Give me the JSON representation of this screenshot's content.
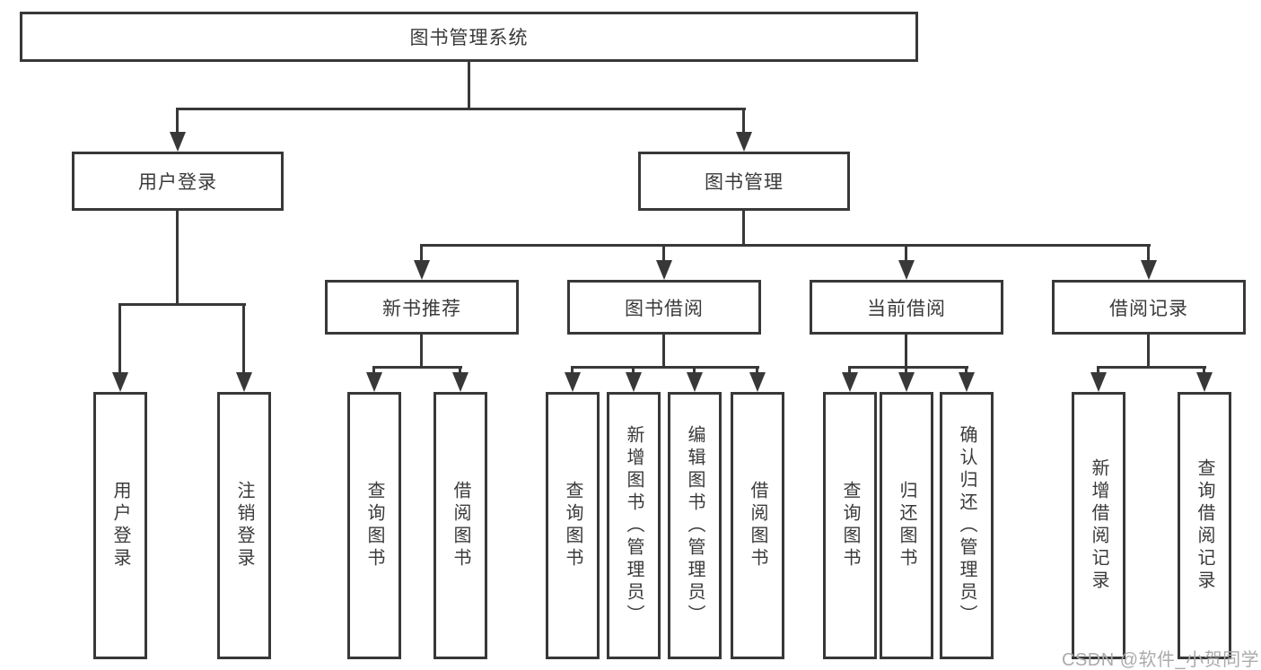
{
  "diagram": {
    "root": {
      "label": "图书管理系统"
    },
    "level2": [
      {
        "label": "用户登录"
      },
      {
        "label": "图书管理"
      }
    ],
    "level3": [
      {
        "label": "新书推荐"
      },
      {
        "label": "图书借阅"
      },
      {
        "label": "当前借阅"
      },
      {
        "label": "借阅记录"
      }
    ],
    "leaves": [
      {
        "label": "用户登录"
      },
      {
        "label": "注销登录"
      },
      {
        "label": "查询图书"
      },
      {
        "label": "借阅图书"
      },
      {
        "label": "查询图书"
      },
      {
        "label": "新增图书（管理员）"
      },
      {
        "label": "编辑图书（管理员）"
      },
      {
        "label": "借阅图书"
      },
      {
        "label": "查询图书"
      },
      {
        "label": "归还图书"
      },
      {
        "label": "确认归还（管理员）"
      },
      {
        "label": "新增借阅记录"
      },
      {
        "label": "查询借阅记录"
      }
    ],
    "colors": {
      "line": "#383838",
      "text": "#3a3a3a",
      "watermark": "#ababab",
      "background": "#ffffff"
    }
  },
  "watermark": "CSDN @软件_小贺同学"
}
